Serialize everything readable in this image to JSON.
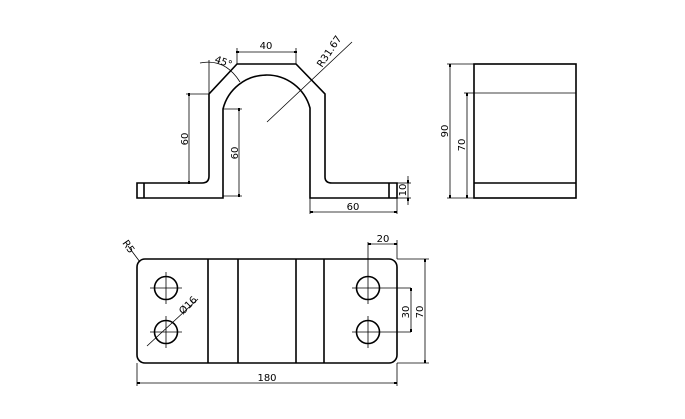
{
  "front_view": {
    "dim_top_width": "40",
    "dim_angle": "45°",
    "dim_radius": "R31.67",
    "dim_outer_height": "60",
    "dim_inner_height": "60",
    "dim_flange_length": "60",
    "dim_flange_thickness": "10"
  },
  "side_view": {
    "dim_total_height": "90",
    "dim_inner_height": "70"
  },
  "top_view": {
    "dim_corner_radius": "R5",
    "dim_hole_diameter": "Ø16",
    "dim_hole_offset": "20",
    "dim_hole_spacing": "30",
    "dim_width": "70",
    "dim_length": "180"
  }
}
